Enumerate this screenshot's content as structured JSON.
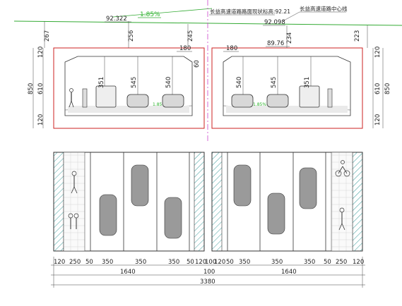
{
  "section": {
    "top_labels": {
      "road_label": "长益高速道路路面现状标高:92.21",
      "centerline_label": "长益高速道路中心线",
      "grade": "1.85%",
      "elev_left": "92.322",
      "elev_right": "92.098",
      "elev_inner_right": "89.76"
    },
    "left_dims": {
      "cover_left": "267",
      "cover_mid": "256",
      "cover_right": "245",
      "top_slab": "120",
      "clear_height": "610",
      "total_height": "850",
      "bottom_slab": "120",
      "haunch": "180",
      "haunch_v": "60",
      "veh_heights": [
        "351",
        "545",
        "540"
      ]
    },
    "right_dims": {
      "cover_right": "223",
      "cover_mid": "234",
      "top_slab": "120",
      "clear_height": "610",
      "total_height": "850",
      "bottom_slab": "120",
      "haunch": "180",
      "veh_heights": [
        "540",
        "545",
        "351"
      ]
    },
    "slope_labels": [
      "1.85%",
      "1.85%"
    ]
  },
  "plan_dims": {
    "segments": [
      "120",
      "250",
      "50",
      "350",
      "350",
      "350",
      "50",
      "120",
      "100",
      "120",
      "50",
      "350",
      "350",
      "350",
      "50",
      "250",
      "120"
    ],
    "half_left": "1640",
    "median": "100",
    "half_right": "1640",
    "total": "3380"
  },
  "colors": {
    "tunnel_outline": "#cc2222",
    "ground_line": "#33aa33",
    "centerline": "#cc44cc",
    "hatch": "#3a9a9a",
    "car": "#9a9a9a"
  }
}
